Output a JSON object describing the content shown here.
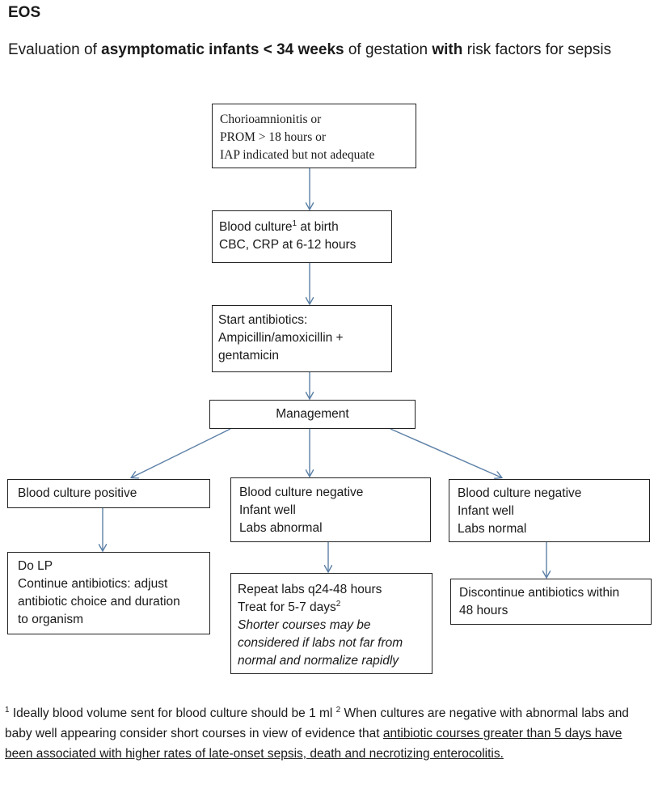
{
  "heading": "EOS",
  "subtitle": {
    "p1": "Evaluation of ",
    "b1": "asymptomatic infants < 34 weeks",
    "p2": " of gestation ",
    "b2": "with",
    "p3": " risk factors for sepsis"
  },
  "boxes": {
    "risk": {
      "l1": "Chorioamnionitis or",
      "l2": "PROM > 18 hours  or",
      "l3": "IAP indicated but not adequate"
    },
    "culture": {
      "l1a": "Blood culture",
      "l1sup": "1",
      "l1b": " at birth",
      "l2": "CBC, CRP at 6-12 hours"
    },
    "antibiotics": {
      "l1": "Start antibiotics:",
      "l2": "Ampicillin/amoxicillin +",
      "l3": "gentamicin"
    },
    "management": "Management",
    "positive": {
      "l1": "Blood culture positive"
    },
    "neg_abnormal": {
      "l1": "Blood culture negative",
      "l2": "Infant well",
      "l3": "Labs abnormal"
    },
    "neg_normal": {
      "l1": "Blood culture negative",
      "l2": "Infant well",
      "l3": "Labs normal"
    },
    "do_lp": {
      "l1": "Do LP",
      "l2": "Continue antibiotics: adjust",
      "l3": "antibiotic choice and duration",
      "l4": "to organism"
    },
    "repeat": {
      "l1": "Repeat labs q24-48 hours",
      "l2a": "Treat for 5-7 days",
      "l2sup": "2",
      "l3": "Shorter courses may be",
      "l4": "considered if labs not far from",
      "l5": "normal and normalize rapidly"
    },
    "discontinue": {
      "l1": "Discontinue antibiotics within",
      "l2": "48 hours"
    }
  },
  "footnote": {
    "sup1": "1",
    "t1": " Ideally blood volume sent for blood culture should be 1 ml   ",
    "sup2": "2",
    "t2": " When cultures are negative with abnormal labs and baby well appearing consider short courses in view of evidence that ",
    "u": "antibiotic courses greater than 5 days have been associated with higher rates of late-onset sepsis, death and necrotizing enterocolitis."
  },
  "colors": {
    "arrow": "#5b7fa6",
    "border": "#222222"
  }
}
